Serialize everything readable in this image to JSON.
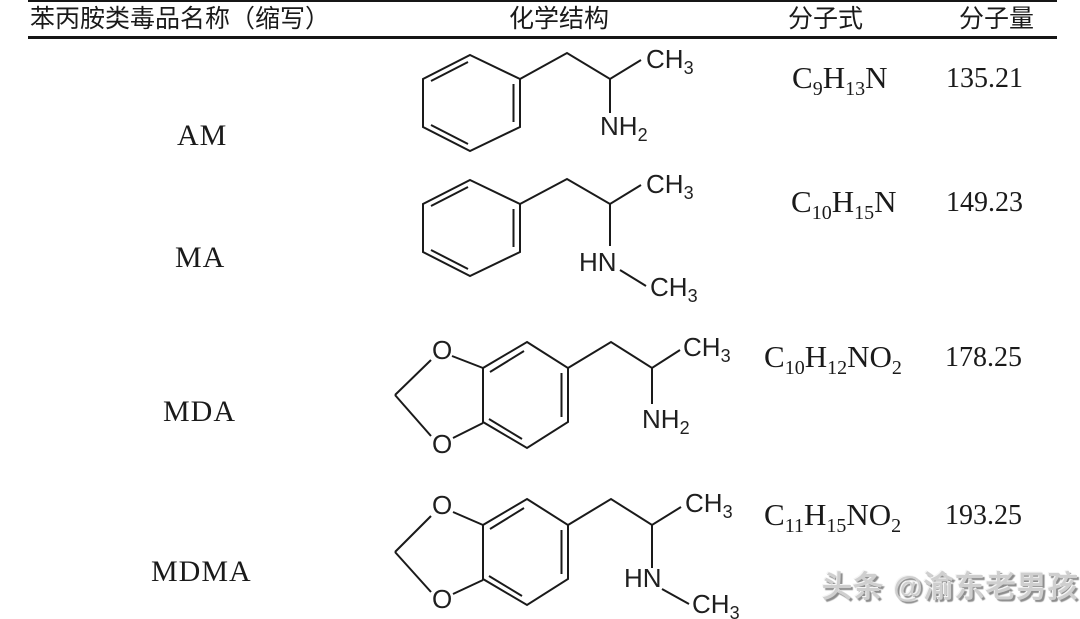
{
  "page": {
    "background": "#ffffff",
    "ink": "#1a1a1a"
  },
  "table": {
    "headers": {
      "name": "苯丙胺类毒品名称（缩写）",
      "structure": "化学结构",
      "formula": "分子式",
      "weight": "分子量"
    },
    "rows": [
      {
        "name": "AM",
        "weight": "135.21",
        "formula": [
          {
            "t": "C"
          },
          {
            "t": "9",
            "s": 1
          },
          {
            "t": "H"
          },
          {
            "t": "13",
            "s": 1
          },
          {
            "t": "N"
          }
        ],
        "labels": {
          "methyl_top": {
            "base": "CH",
            "sub": "3"
          },
          "amine": {
            "base": "NH",
            "sub": "2"
          }
        }
      },
      {
        "name": "MA",
        "weight": "149.23",
        "formula": [
          {
            "t": "C"
          },
          {
            "t": "10",
            "s": 1
          },
          {
            "t": "H"
          },
          {
            "t": "15",
            "s": 1
          },
          {
            "t": "N"
          }
        ],
        "labels": {
          "methyl_top": {
            "base": "CH",
            "sub": "3"
          },
          "amine": {
            "base": "HN",
            "sub": ""
          },
          "n_methyl": {
            "base": "CH",
            "sub": "3"
          }
        }
      },
      {
        "name": "MDA",
        "weight": "178.25",
        "formula": [
          {
            "t": "C"
          },
          {
            "t": "10",
            "s": 1
          },
          {
            "t": "H"
          },
          {
            "t": "12",
            "s": 1
          },
          {
            "t": "N"
          },
          {
            "t": "O"
          },
          {
            "t": "2",
            "s": 1
          }
        ],
        "labels": {
          "o_top": "O",
          "o_bottom": "O",
          "methyl_top": {
            "base": "CH",
            "sub": "3"
          },
          "amine": {
            "base": "NH",
            "sub": "2"
          }
        }
      },
      {
        "name": "MDMA",
        "weight": "193.25",
        "formula": [
          {
            "t": "C"
          },
          {
            "t": "11",
            "s": 1
          },
          {
            "t": "H"
          },
          {
            "t": "15",
            "s": 1
          },
          {
            "t": "N"
          },
          {
            "t": "O"
          },
          {
            "t": "2",
            "s": 1
          }
        ],
        "labels": {
          "o_top": "O",
          "o_bottom": "O",
          "methyl_top": {
            "base": "CH",
            "sub": "3"
          },
          "amine": {
            "base": "HN",
            "sub": ""
          },
          "n_methyl": {
            "base": "CH",
            "sub": "3"
          }
        }
      }
    ]
  },
  "watermark": {
    "text": "头条 @渝东老男孩"
  }
}
